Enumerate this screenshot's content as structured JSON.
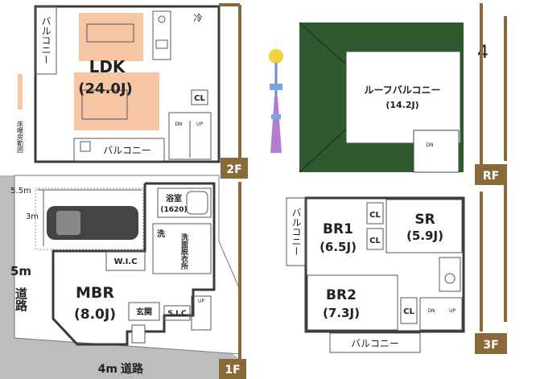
{
  "floors": {
    "f2": "2F",
    "f1": "1F",
    "rf": "RF",
    "f3": "3F"
  },
  "colors": {
    "accent_brown": "#8a6a3a",
    "floor_heating": "#f6c6a4",
    "road_gray": "#bdbdbd",
    "roof_green": "#2f5a30"
  },
  "second_floor": {
    "ldk": "LDK",
    "ldk_size": "(24.0J)",
    "balcony_left": "バルコニー",
    "balcony_bottom": "バルコニー",
    "fridge": "冷",
    "closet": "CL",
    "dn": "DN",
    "up": "UP",
    "legend_text": "床暖房範囲"
  },
  "first_floor": {
    "dim_width": "5.5m",
    "dim_depth": "3m",
    "bath": "浴室",
    "bath_size": "(1620)",
    "toilet": "洗",
    "washroom": "洗面脱衣所",
    "wic": "W.I.C",
    "mbr": "MBR",
    "mbr_size": "(8.0J)",
    "entrance": "玄関",
    "sic": "S.I.C",
    "up": "UP",
    "road_side": "5m",
    "road_side_label": "道路",
    "road_front": "4m",
    "road_front_label": "道路"
  },
  "roof_floor": {
    "handwritten": "4",
    "roof_balcony": "ルーフバルコニー",
    "roof_balcony_size": "(14.2J)",
    "dn": "DN"
  },
  "third_floor": {
    "balcony_left": "バルコニー",
    "br1": "BR1",
    "br1_size": "(6.5J)",
    "sr": "SR",
    "sr_size": "(5.9J)",
    "br2": "BR2",
    "br2_size": "(7.3J)",
    "closet": "CL",
    "balcony_bottom": "バルコニー",
    "dn": "DN",
    "up": "UP"
  }
}
